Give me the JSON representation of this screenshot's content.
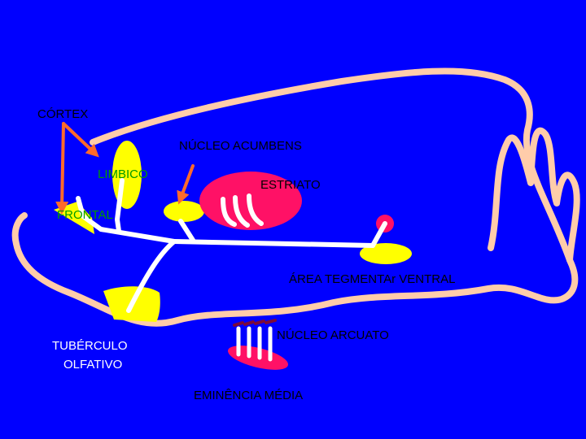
{
  "labels": {
    "cortex": "CÓRTEX",
    "limbico": "LIMBICO",
    "frontal": "FRONTAL",
    "nucleo_acumbens": "NÚCLEO ACUMBENS",
    "estriato": "ESTRIATO",
    "area_tegmental": "ÁREA TEGMENTAr VENTRAL",
    "tuberculo": "TUBÉRCULO",
    "olfativo": "OLFATIVO",
    "nucleo_arcuato": "NÚCLEO ARCUATO",
    "eminencia": "EMINÊNCIA MÉDIA"
  },
  "colors": {
    "background": "#0000FF",
    "brain_outline": "#FFCCAA",
    "yellow_nucleus": "#FFFF00",
    "pink_nucleus": "#FF1166",
    "arrow": "#FF6A2A",
    "pathway": "#FFFFFF",
    "arcuate_marks": "#7A0A3C"
  }
}
